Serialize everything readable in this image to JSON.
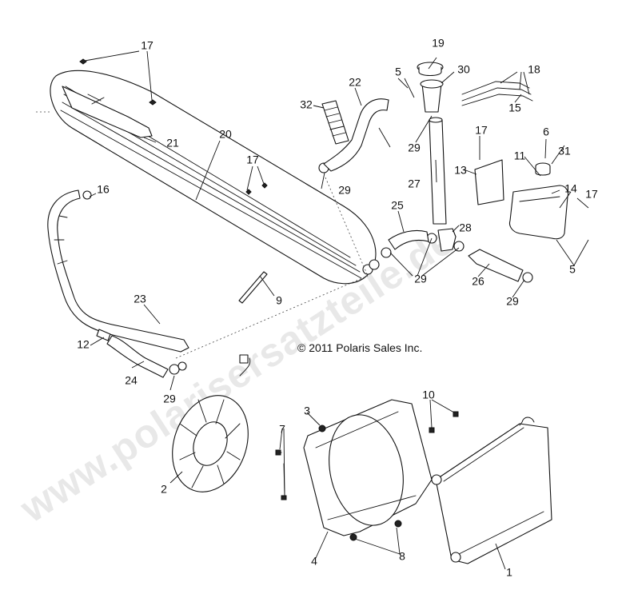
{
  "watermark": "www.polarisersatzteile.de",
  "copyright": "© 2011 Polaris Sales Inc.",
  "callouts": {
    "c1": "1",
    "c2": "2",
    "c3": "3",
    "c4": "4",
    "c5a": "5",
    "c5b": "5",
    "c6": "6",
    "c7": "7",
    "c8": "8",
    "c9": "9",
    "c10": "10",
    "c11": "11",
    "c12": "12",
    "c13": "13",
    "c14": "14",
    "c15": "15",
    "c16": "16",
    "c17a": "17",
    "c17b": "17",
    "c17c": "17",
    "c17d": "17",
    "c18": "18",
    "c19": "19",
    "c20": "20",
    "c21": "21",
    "c22": "22",
    "c23": "23",
    "c24": "24",
    "c25": "25",
    "c26": "26",
    "c27": "27",
    "c28": "28",
    "c29a": "29",
    "c29b": "29",
    "c29c": "29",
    "c29d": "29",
    "c29e": "29",
    "c30": "30",
    "c31": "31",
    "c32": "32"
  }
}
